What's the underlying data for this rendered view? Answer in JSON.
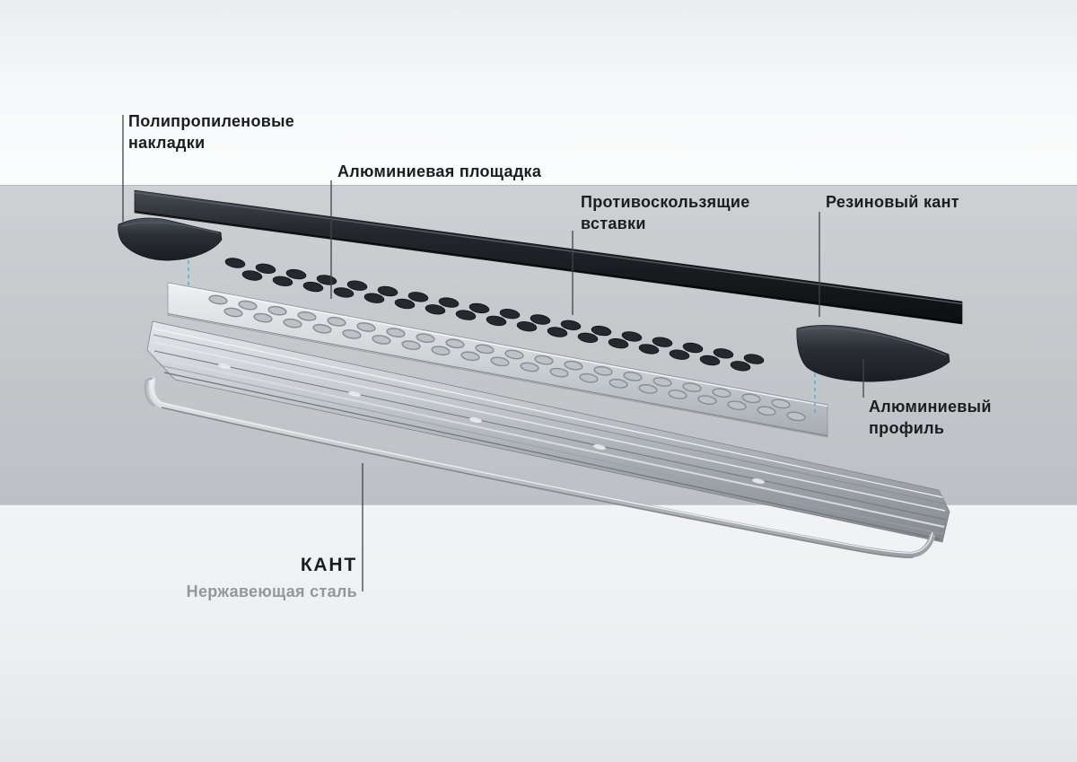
{
  "diagram": {
    "labels": {
      "pp_pads_line1": "Полипропиленовые",
      "pp_pads_line2": "накладки",
      "alu_platform": "Алюминиевая площадка",
      "antislip_line1": "Противоскользящие",
      "antislip_line2": "вставки",
      "rubber_edge": "Резиновый кант",
      "alu_profile_line1": "Алюминиевый",
      "alu_profile_line2": "профиль",
      "kant_title": "КАНТ",
      "kant_subtitle": "Нержавеющая сталь"
    },
    "colors": {
      "band_gray": "#c4c8cb",
      "label_text": "#1b1d1f",
      "muted_text": "#94979a",
      "callout_line": "#404447",
      "alignment_guide": "#3db4e2",
      "rubber_black": "#1b1e22",
      "pad_dark": "#2e3338",
      "platform_silver": "#ccd1d5",
      "profile_silver": "#b9bec3",
      "insert_dark": "#25292d",
      "steel_silver": "#ccd1d5"
    }
  }
}
